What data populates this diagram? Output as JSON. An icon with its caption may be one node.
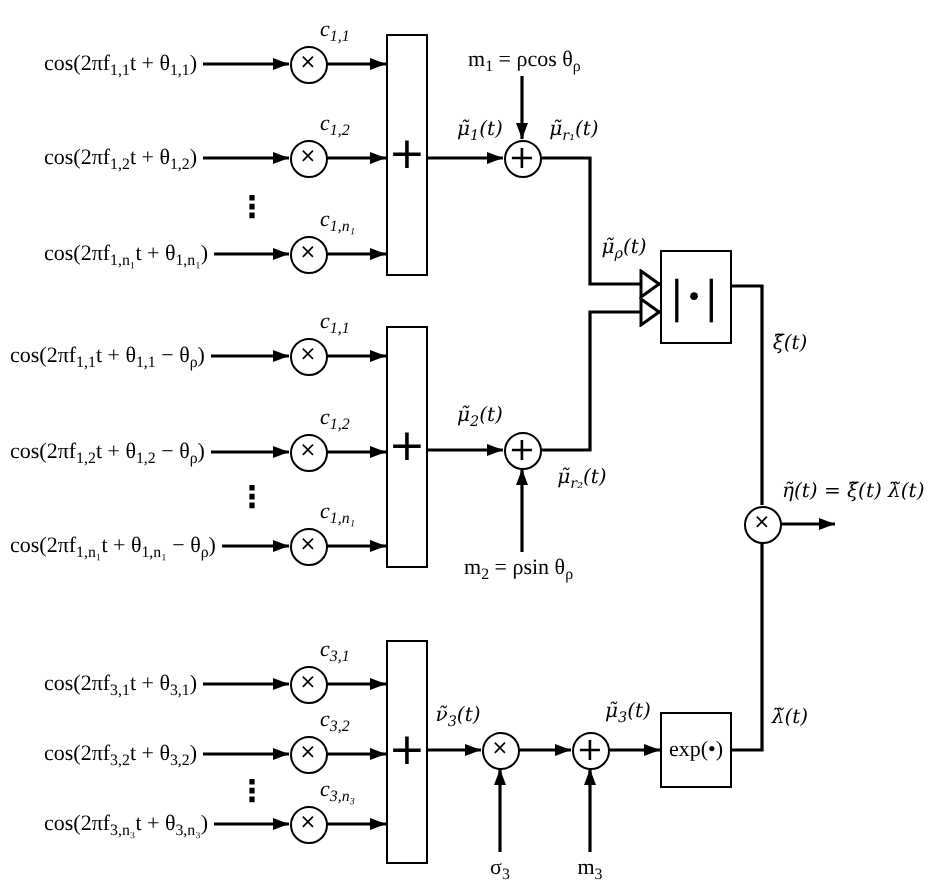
{
  "diagram": {
    "nodes": [
      {
        "text": [
          "cos(2πf$_{1,1}$t + θ$_{1,1}$)"
        ]
      },
      {
        "text": [
          "×"
        ],
        "beside": [
          "c$_{1,1}$"
        ]
      },
      {
        "text": [
          "cos(2πf$_{1,2}$t + θ$_{1,2}$)"
        ]
      },
      {
        "text": [
          "×"
        ],
        "beside": [
          "c$_{1,2}$"
        ]
      },
      {
        "text": [
          "cos(2πf$_{1,n₁}$t + θ$_{1,n₁}$)"
        ]
      },
      {
        "text": [
          "×"
        ],
        "beside": [
          "c$_{1,n₁}$"
        ]
      },
      {
        "text": [
          "+"
        ]
      },
      {
        "text": [
          "m$_{1}$ = ρcos θ$_{ρ}$"
        ]
      },
      {
        "text": [
          "+"
        ]
      },
      {
        "text": [
          "|·|"
        ]
      },
      {
        "text": [
          "cos(2πf$_{1,1}$t + θ$_{1,1}$ − θ$_{ρ}$)"
        ]
      },
      {
        "text": [
          "×"
        ],
        "beside": [
          "c$_{1,1}$"
        ]
      },
      {
        "text": [
          "cos(2πf$_{1,2}$t + θ$_{1,2}$ − θ$_{ρ}$)"
        ]
      },
      {
        "text": [
          "×"
        ],
        "beside": [
          "c$_{1,2}$"
        ]
      },
      {
        "text": [
          "cos(2πf$_{1,n₁}$t + θ$_{1,n₁}$ − θ$_{ρ}$)"
        ]
      },
      {
        "text": [
          "×"
        ],
        "beside": [
          "c$_{1,n₁}$"
        ]
      },
      {
        "text": [
          "+"
        ]
      },
      {
        "text": [
          "+"
        ]
      },
      {
        "text": [
          "m$_{2}$ = ρsin θ$_{ρ}$"
        ]
      },
      {
        "text": [
          "×"
        ]
      },
      {
        "text": [
          "cos(2πf$_{3,1}$t + θ$_{3,1}$)"
        ]
      },
      {
        "text": [
          "×"
        ],
        "beside": [
          "c$_{3,1}$"
        ]
      },
      {
        "text": [
          "cos(2πf$_{3,2}$t + θ$_{3,2}$)"
        ]
      },
      {
        "text": [
          "×"
        ],
        "beside": [
          "c$_{3,2}$"
        ]
      },
      {
        "text": [
          "cos(2πf$_{3,n₃}$t + θ$_{3,n₃}$)"
        ]
      },
      {
        "text": [
          "×"
        ],
        "beside": [
          "c$_{3,n₃}$"
        ]
      },
      {
        "text": [
          "+"
        ]
      },
      {
        "text": [
          "×"
        ]
      },
      {
        "text": [
          "+"
        ]
      },
      {
        "text": [
          "exp(•)"
        ]
      },
      {
        "text": [
          "σ$_{3}$"
        ]
      },
      {
        "text": [
          "m$_{3}$"
        ]
      }
    ],
    "edges": [
      {
        "from": 0,
        "to": 1,
        "arrow": "to"
      },
      {
        "from": 1,
        "to": 6,
        "arrow": "to"
      },
      {
        "from": 2,
        "to": 3,
        "arrow": "to"
      },
      {
        "from": 3,
        "to": 6,
        "arrow": "to"
      },
      {
        "from": 4,
        "to": 5,
        "arrow": "to"
      },
      {
        "from": 5,
        "to": 6,
        "arrow": "to"
      },
      {
        "from": 6,
        "to": 8,
        "arrow": "to",
        "label": "μ̃$_{1}$(t)"
      },
      {
        "from": 7,
        "to": 8,
        "arrow": "to"
      },
      {
        "from": 8,
        "to": 9,
        "arrow": "to",
        "label": "μ̃$_{r₁}$(t)"
      },
      {
        "from": 10,
        "to": 11,
        "arrow": "to"
      },
      {
        "from": 11,
        "to": 16,
        "arrow": "to"
      },
      {
        "from": 12,
        "to": 13,
        "arrow": "to"
      },
      {
        "from": 13,
        "to": 16,
        "arrow": "to"
      },
      {
        "from": 14,
        "to": 15,
        "arrow": "to"
      },
      {
        "from": 15,
        "to": 16,
        "arrow": "to"
      },
      {
        "from": 16,
        "to": 17,
        "arrow": "to",
        "label": "μ̃$_{2}$(t)"
      },
      {
        "from": 18,
        "to": 17,
        "arrow": "to"
      },
      {
        "from": 17,
        "to": 9,
        "arrow": "to",
        "label": "μ̃$_{r₂}$(t)"
      },
      {
        "from": 9,
        "to": 19,
        "arrow": "none",
        "label": "ξ̃(t)"
      },
      {
        "from": 19,
        "to": null,
        "arrow": "to",
        "label": "η̃(t) = ξ̃(t) λ̃(t)"
      },
      {
        "from": 20,
        "to": 21,
        "arrow": "to"
      },
      {
        "from": 21,
        "to": 26,
        "arrow": "to"
      },
      {
        "from": 22,
        "to": 23,
        "arrow": "to"
      },
      {
        "from": 23,
        "to": 26,
        "arrow": "to"
      },
      {
        "from": 24,
        "to": 25,
        "arrow": "to"
      },
      {
        "from": 25,
        "to": 26,
        "arrow": "to"
      },
      {
        "from": 26,
        "to": 27,
        "arrow": "to",
        "label": "ν̃$_{3}$(t)"
      },
      {
        "from": 30,
        "to": 27,
        "arrow": "to"
      },
      {
        "from": 27,
        "to": 28,
        "arrow": "to"
      },
      {
        "from": 31,
        "to": 28,
        "arrow": "to"
      },
      {
        "from": 28,
        "to": 29,
        "arrow": "to",
        "label": "μ̃$_{3}$(t)"
      },
      {
        "from": 29,
        "to": 19,
        "arrow": "none",
        "label": "λ̃(t)"
      }
    ],
    "labels": [
      "⋮",
      "μ̃$_{ρ}$(t)",
      "⋮",
      "⋮"
    ]
  }
}
